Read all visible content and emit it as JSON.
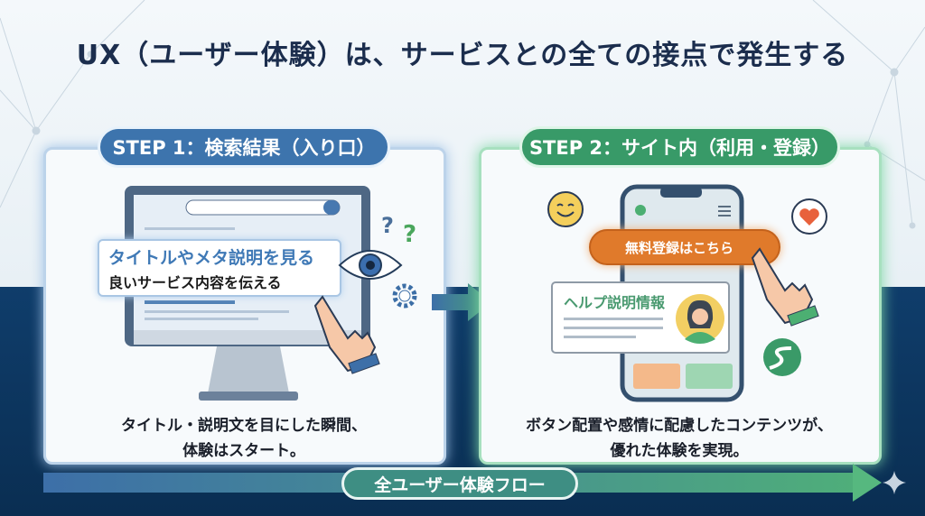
{
  "title": "UX（ユーザー体験）は、サービスとの全ての接点で発生する",
  "step1": {
    "label": "STEP 1：検索結果（入り口）",
    "callout_title": "タイトルやメタ説明を見る",
    "callout_sub": "良いサービス内容を伝える",
    "caption_line1": "タイトル・説明文を目にした瞬間、",
    "caption_line2": "体験はスタート。"
  },
  "step2": {
    "label": "STEP 2：サイト内（利用・登録）",
    "cta_button": "無料登録はこちら",
    "help_title": "ヘルプ説明情報",
    "caption_line1": "ボタン配置や感情に配慮したコンテンツが、",
    "caption_line2": "優れた体験を実現。"
  },
  "flow": {
    "label": "全ユーザー体験フロー"
  },
  "colors": {
    "step1": "#3d74ad",
    "step2": "#389a68",
    "cta": "#e07a2b",
    "navy": "#0f3d6b"
  }
}
